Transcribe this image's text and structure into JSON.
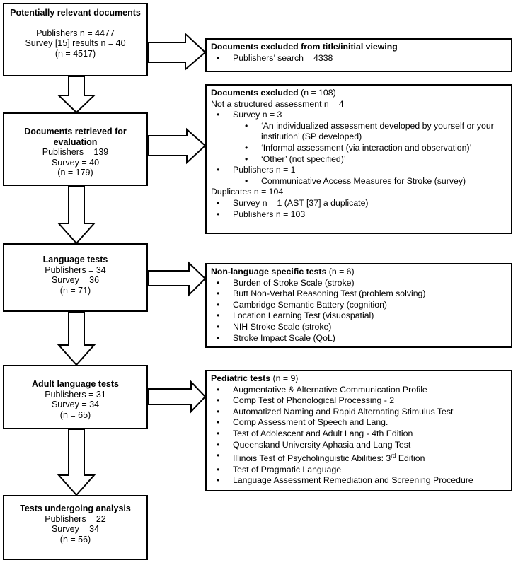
{
  "left_boxes": [
    {
      "title": "Potentially relevant documents",
      "lines": [
        "Publishers n = 4477",
        "Survey [15] results n = 40",
        "(n = 4517)"
      ]
    },
    {
      "title": "Documents retrieved for evaluation",
      "lines": [
        "Publishers = 139",
        "Survey = 40",
        "(n = 179)"
      ]
    },
    {
      "title": "Language tests",
      "lines": [
        "Publishers = 34",
        "Survey = 36",
        "(n = 71)"
      ]
    },
    {
      "title": "Adult language tests",
      "lines": [
        "Publishers = 31",
        "Survey = 34",
        "(n = 65)"
      ]
    },
    {
      "title": "Tests undergoing analysis",
      "lines": [
        "Publishers = 22",
        "Survey = 34",
        "(n = 56)"
      ]
    }
  ],
  "right_boxes": {
    "excluded_title": {
      "title": "Documents excluded from title/initial viewing",
      "items": [
        "Publishers’ search = 4338"
      ]
    },
    "excluded": {
      "title": "Documents excluded",
      "count": "(n = 108)",
      "not_structured": "Not a structured assessment n = 4",
      "survey": "Survey n = 3",
      "survey_items": [
        "‘An individualized assessment developed by yourself or your",
        "institution’ (SP developed)",
        "‘Informal assessment (via interaction and observation)’",
        "‘Other’ (not specified)’"
      ],
      "publishers": "Publishers n = 1",
      "publishers_items": [
        "Communicative Access Measures for Stroke (survey)"
      ],
      "duplicates": "Duplicates n = 104",
      "duplicates_items": [
        "Survey n = 1 (AST [37] a duplicate)",
        "Publishers n = 103"
      ]
    },
    "non_language": {
      "title": "Non-language specific tests",
      "count": "(n = 6)",
      "items": [
        "Burden of Stroke Scale (stroke)",
        "Butt Non-Verbal Reasoning Test (problem solving)",
        "Cambridge Semantic Battery (cognition)",
        "Location Learning Test (visuospatial)",
        "NIH Stroke Scale (stroke)",
        "Stroke Impact Scale (QoL)"
      ]
    },
    "pediatric": {
      "title": "Pediatric tests",
      "count": "(n = 9)",
      "items": [
        "Augmentative & Alternative Communication Profile",
        "Comp Test of Phonological Processing - 2",
        "Automatized Naming and Rapid Alternating Stimulus Test",
        "Comp Assessment of Speech and Lang.",
        "Test of Adolescent and Adult Lang - 4th Edition",
        "Queensland University Aphasia and Lang Test"
      ],
      "illinois_prefix": "Illinois Test of Psycholinguistic Abilities: 3",
      "illinois_sup": "rd",
      "illinois_suffix": " Edition",
      "items_after": [
        "Test of Pragmatic Language",
        "Language Assessment Remediation and Screening Procedure"
      ]
    }
  }
}
